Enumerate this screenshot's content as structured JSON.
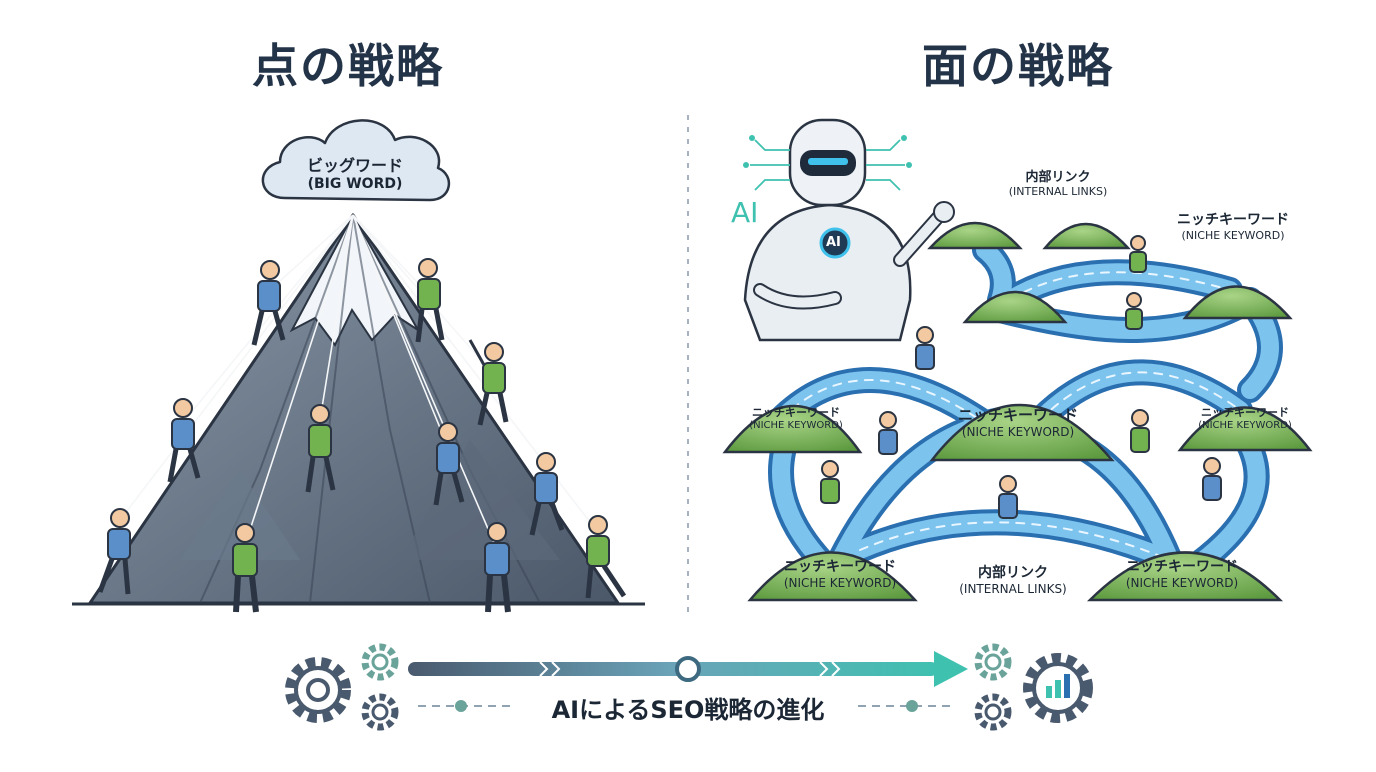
{
  "left": {
    "title": "点の戦略",
    "cloud_jp": "ビッグワード",
    "cloud_en": "(BIG WORD)"
  },
  "right": {
    "title": "面の戦略",
    "robot_label": "AI",
    "robot_chest": "AI",
    "internal_top_jp": "内部リンク",
    "internal_top_en": "(INTERNAL LINKS)",
    "niche_top_jp": "ニッチキーワード",
    "niche_top_en": "(NICHE KEYWORD)",
    "niche_left_jp": "ニッチキーワード",
    "niche_left_en": "(NICHE KEYWORD)",
    "niche_center_jp": "ニッチキーワード",
    "niche_center_en": "(NICHE KEYWORD)",
    "niche_right_jp": "ニッチキーワード",
    "niche_right_en": "(NICHE KEYWORD)",
    "niche_bl_jp": "ニッチキーワード",
    "niche_bl_en": "(NICHE KEYWORD)",
    "niche_br_jp": "ニッチキーワード",
    "niche_br_en": "(NICHE KEYWORD)",
    "internal_bottom_jp": "内部リンク",
    "internal_bottom_en": "(INTERNAL LINKS)"
  },
  "footer": {
    "caption": "AIによるSEO戦略の進化"
  },
  "colors": {
    "ink": "#233348",
    "hill": "#7cb356",
    "road": "#5aa8dc",
    "teal": "#3fc1b0",
    "steel": "#4a5a6e"
  }
}
